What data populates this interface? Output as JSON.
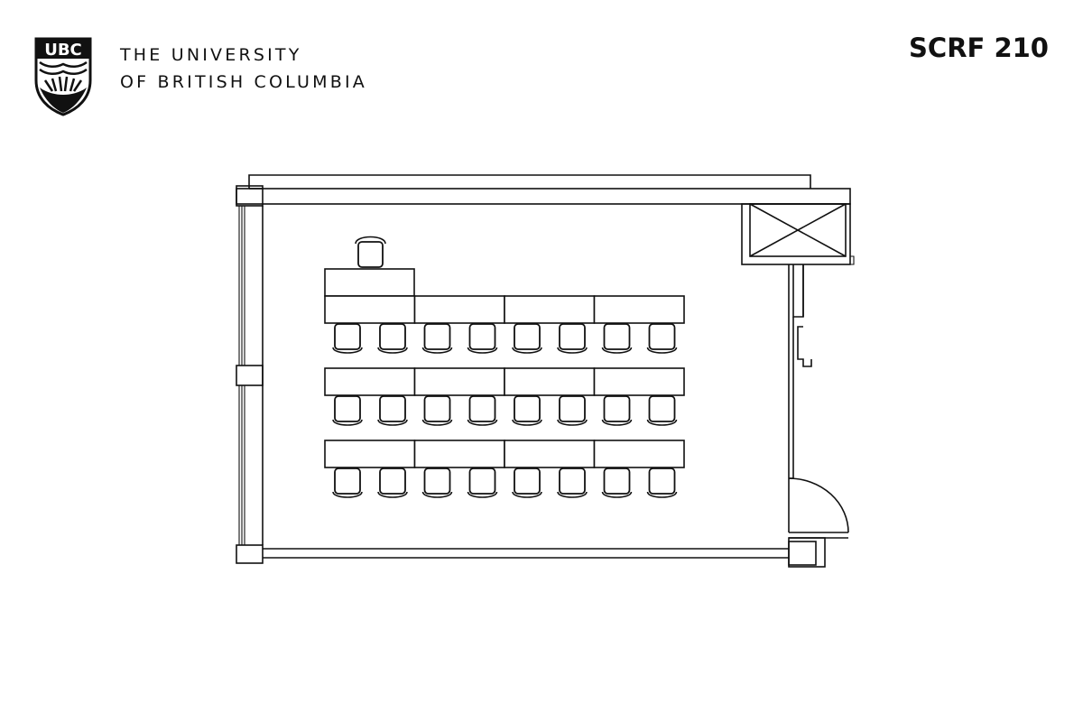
{
  "header": {
    "crest_text": "UBC",
    "university_line_1": "THE UNIVERSITY",
    "university_line_2": "OF BRITISH COLUMBIA",
    "room_code": "SCRF 210"
  },
  "floorplan": {
    "desk_rows": 3,
    "desks_per_row": 4,
    "chairs_per_desk": 2,
    "instructor_desk": true,
    "instructor_chair": true,
    "door_count": 1,
    "window_wall": "left"
  }
}
